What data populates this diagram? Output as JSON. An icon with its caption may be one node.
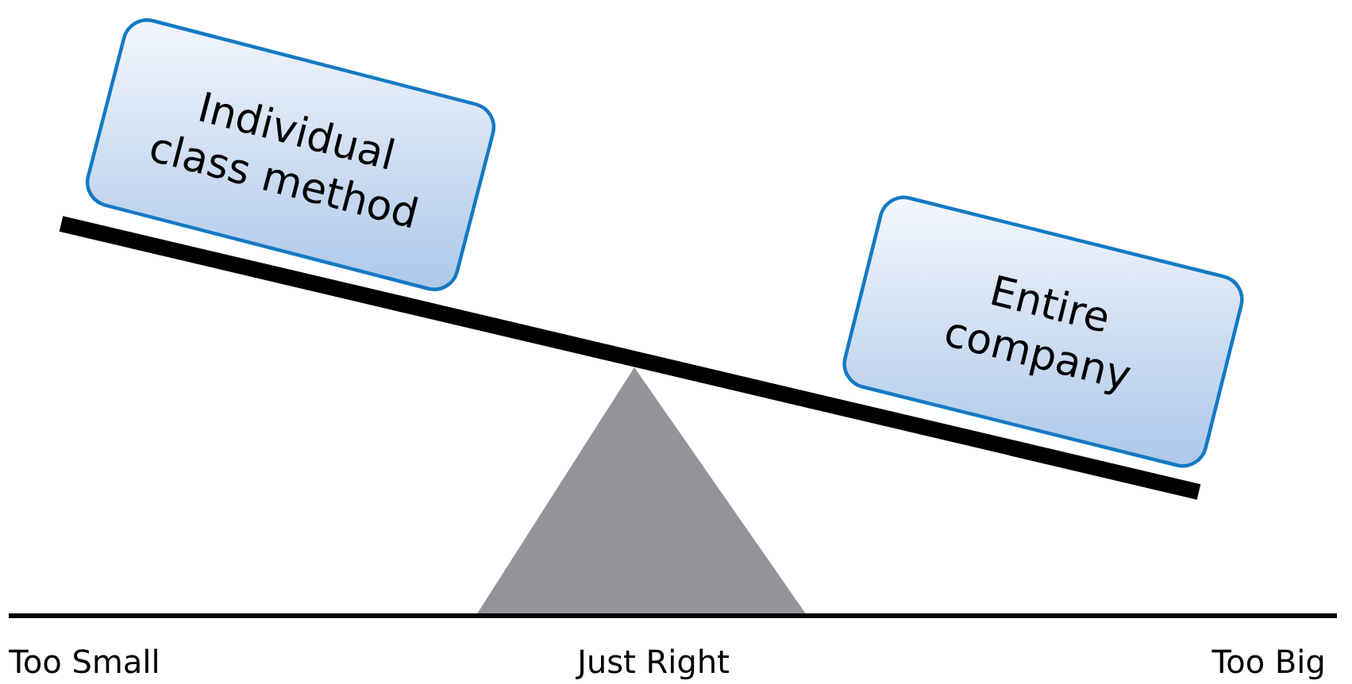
{
  "diagram": {
    "nodes": [
      {
        "text": [
          "Individual class method"
        ]
      },
      {
        "text": [
          "Entire company"
        ]
      }
    ],
    "labels": [
      "Too Small",
      "Just Right",
      "Too Big"
    ]
  }
}
